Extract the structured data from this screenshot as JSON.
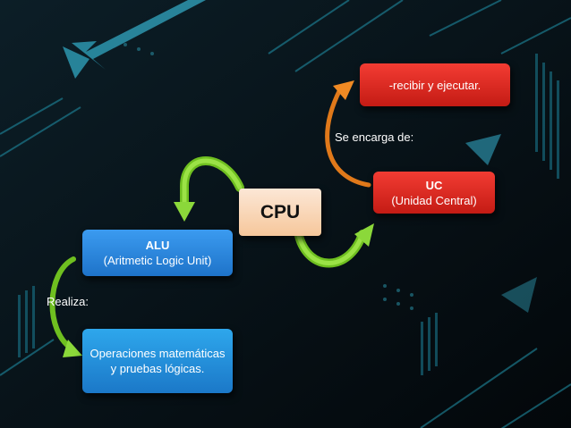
{
  "nodes": {
    "cpu": {
      "label": "CPU"
    },
    "alu": {
      "title": "ALU",
      "subtitle": "(Aritmetic Logic Unit)"
    },
    "operations": {
      "text": "Operaciones matemáticas y pruebas lógicas."
    },
    "uc": {
      "title": "UC",
      "subtitle": "(Unidad Central)"
    },
    "receive": {
      "text": "-recibir y ejecutar."
    }
  },
  "edge_labels": {
    "uc_to_receive": "Se encarga de:",
    "alu_to_operations": "Realiza:"
  },
  "colors": {
    "background": "#05090d",
    "cpu_box": "#f8d3b2",
    "alu_box": "#2a86dc",
    "ops_box": "#2491dd",
    "uc_box": "#e12b24",
    "green_arrow": "#7ed321",
    "orange_arrow": "#f08a24",
    "teal_arrow": "#3fa4b8"
  }
}
